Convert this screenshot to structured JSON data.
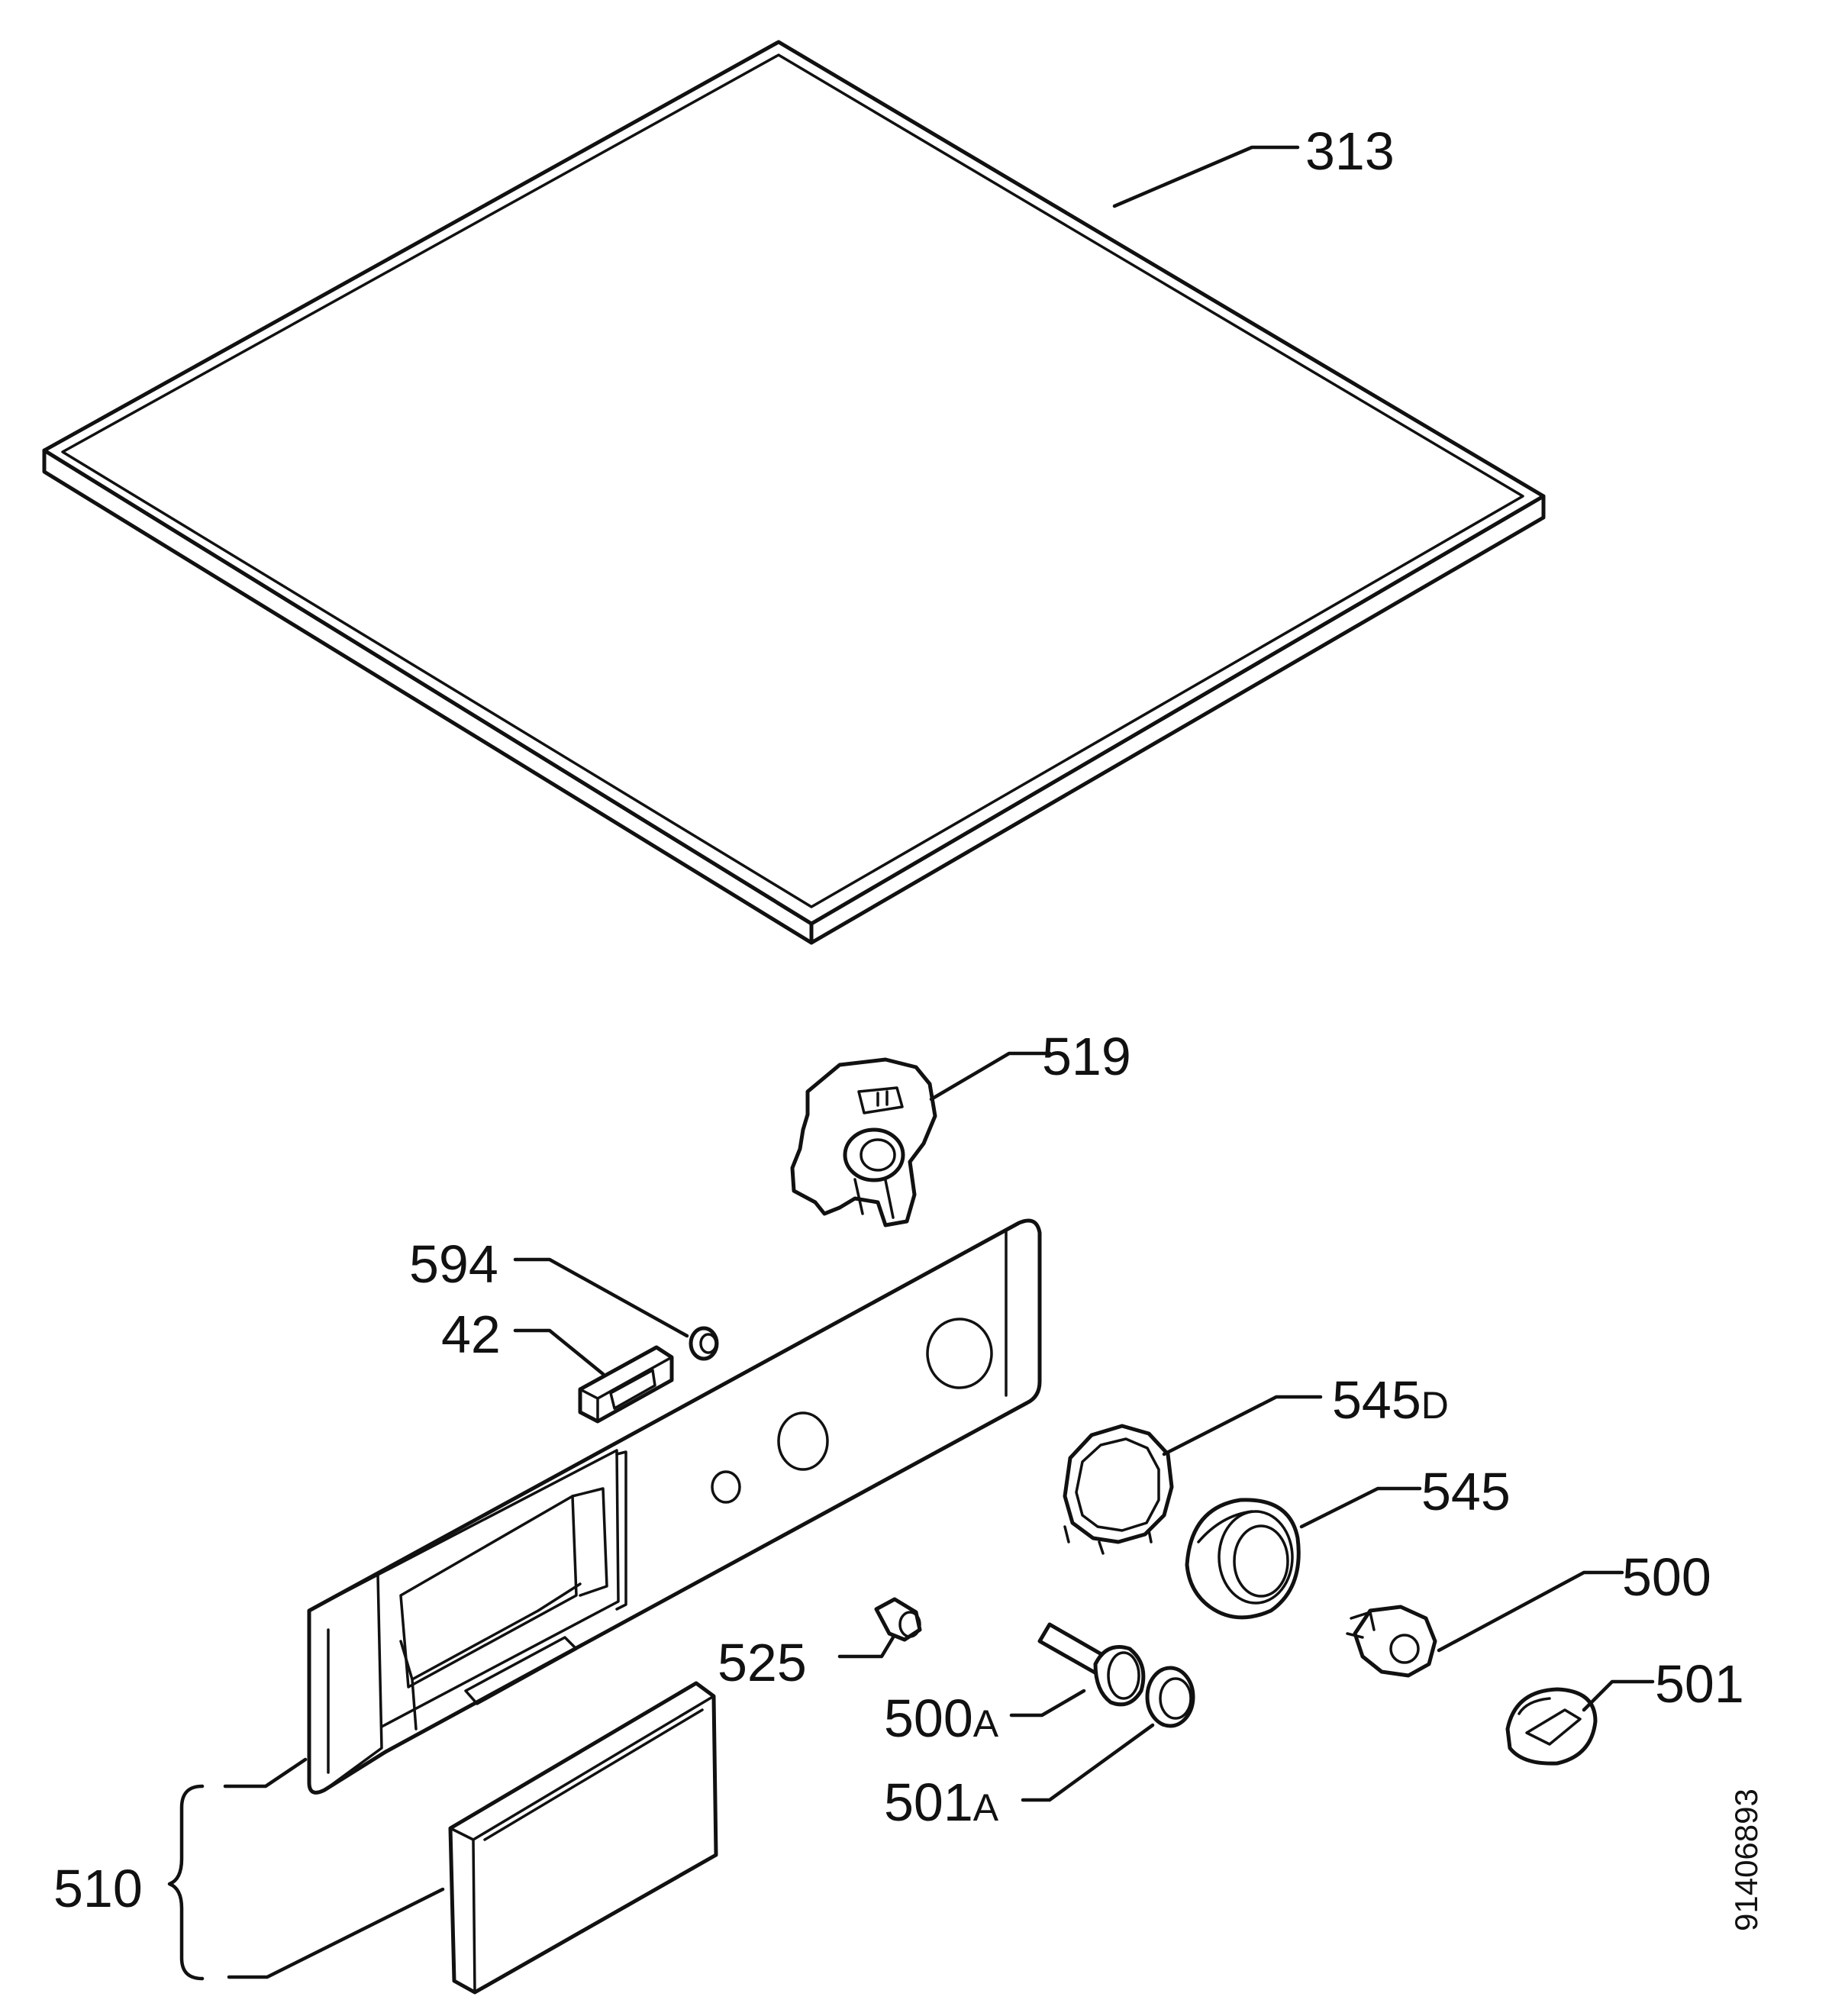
{
  "labels": {
    "p313": "313",
    "p519": "519",
    "p594": "594",
    "p42": "42",
    "p545d_num": "545",
    "p545d_suffix": "D",
    "p545": "545",
    "p500": "500",
    "p525": "525",
    "p500a_num": "500",
    "p500a_suffix": "A",
    "p501": "501",
    "p501a_num": "501",
    "p501a_suffix": "A",
    "p510": "510"
  },
  "document_number": "91406893",
  "colors": {
    "ink": "#111111",
    "paper": "#ffffff",
    "shade": "#e6e6e6"
  }
}
